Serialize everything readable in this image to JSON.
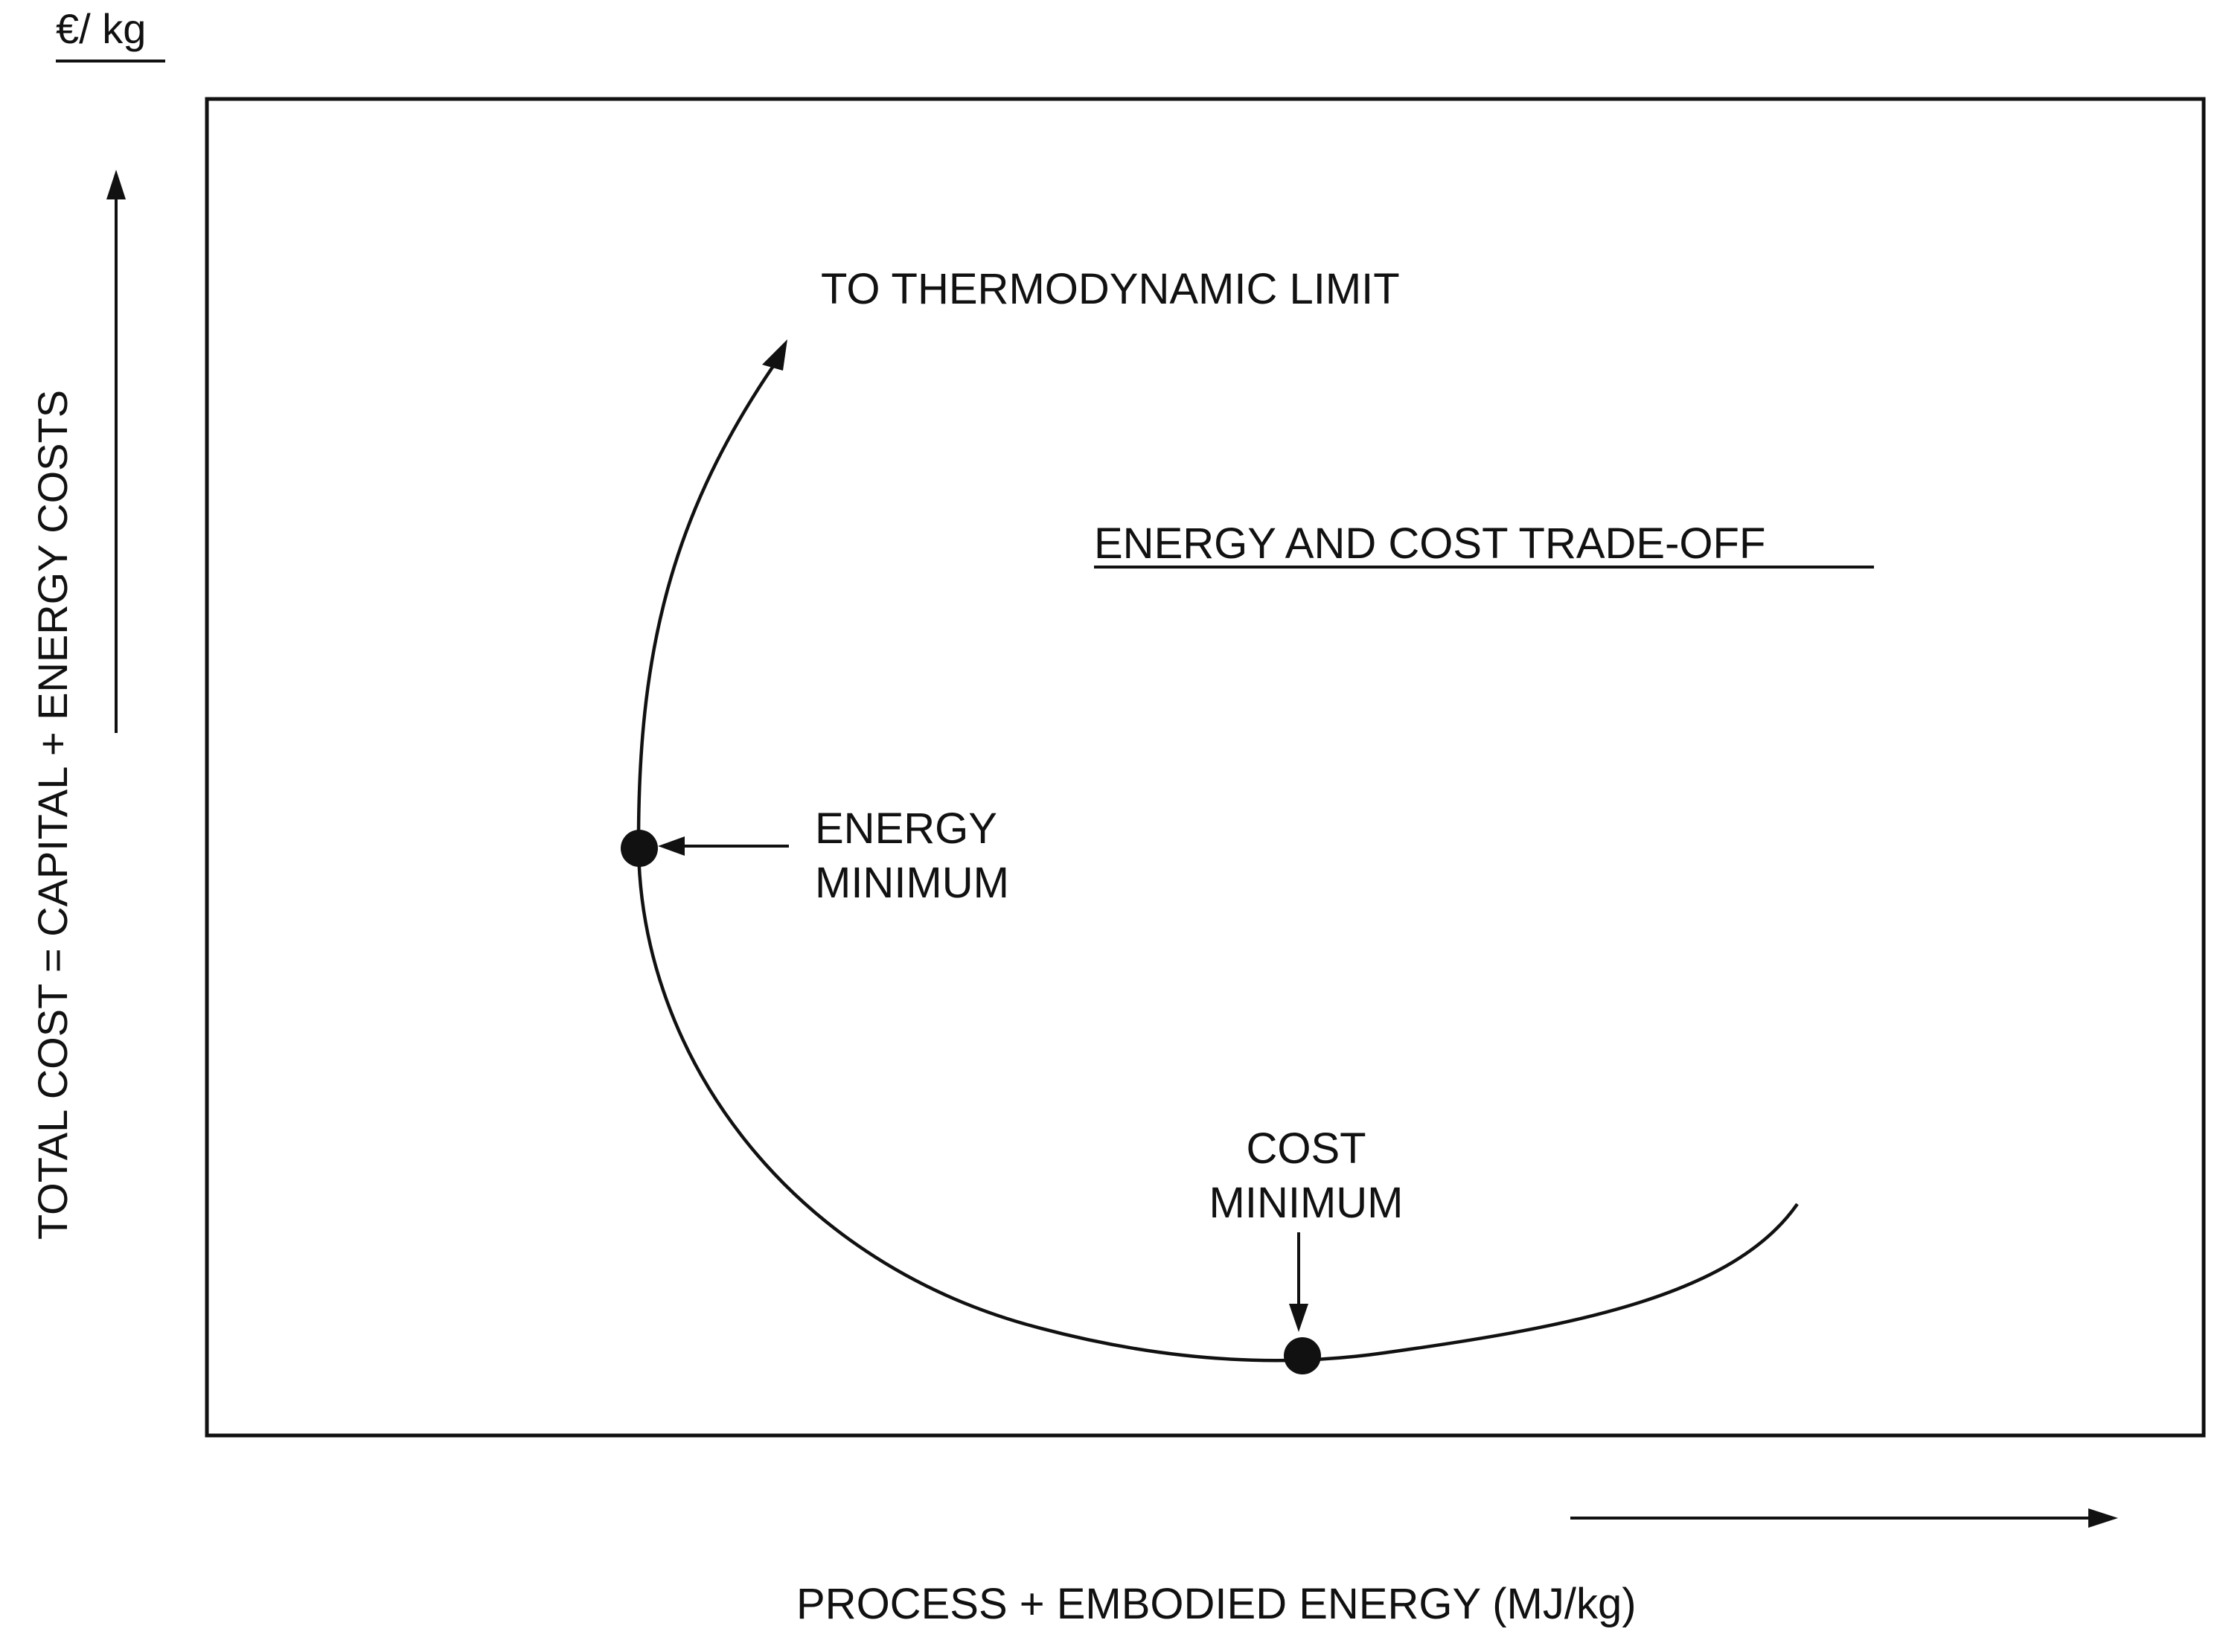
{
  "diagram": {
    "unit_label": "€/ kg",
    "y_axis_label": "TOTAL  COST  = CAPITAL + ENERGY  COSTS",
    "x_axis_label": "PROCESS + EMBODIED ENERGY (MJ/kg)",
    "title": "ENERGY  AND  COST  TRADE-OFF",
    "curve_annotation": "TO  THERMODYNAMIC  LIMIT",
    "energy_minimum": {
      "line1": "ENERGY",
      "line2": "MINIMUM"
    },
    "cost_minimum": {
      "line1": "COST",
      "line2": "MINIMUM"
    },
    "colors": {
      "ink": "#111111",
      "background": "#ffffff"
    }
  }
}
